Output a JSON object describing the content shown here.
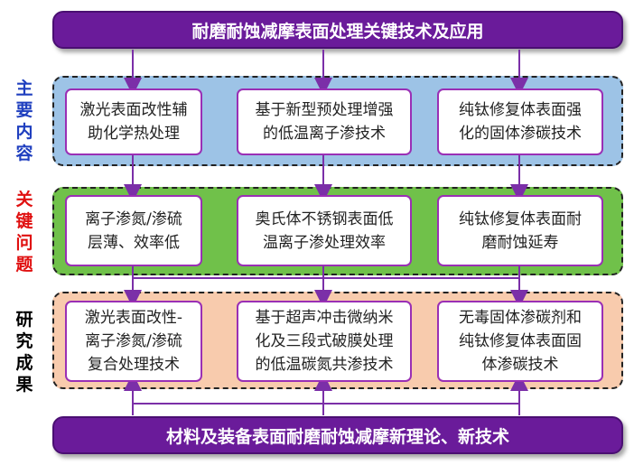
{
  "colors": {
    "banner": "#6a1b9a",
    "row1": "#9dc3e6",
    "row2": "#70c14a",
    "row3": "#f8cbad",
    "box_border": "#9a2fb5",
    "arrow": "#7b2fa8",
    "label1": "#1f3fbf",
    "label2": "#e01010",
    "label3": "#000000"
  },
  "top_banner": "耐磨耐蚀减摩表面处理关键技术及应用",
  "bottom_banner": "材料及装备表面耐磨耐蚀减摩新理论、新技术",
  "rows": [
    {
      "label": [
        "主",
        "要",
        "内",
        "容"
      ],
      "boxes": [
        [
          "激光表面改性辅",
          "助化学热处理"
        ],
        [
          "基于新型预处理增强",
          "的低温离子渗技术"
        ],
        [
          "纯钛修复体表面强",
          "化的固体渗碳技术"
        ]
      ]
    },
    {
      "label": [
        "关",
        "键",
        "问",
        "题"
      ],
      "boxes": [
        [
          "离子渗氮/渗硫",
          "层薄、效率低"
        ],
        [
          "奥氏体不锈钢表面低",
          "温离子渗处理效率"
        ],
        [
          "纯钛修复体表面耐",
          "磨耐蚀延寿"
        ]
      ]
    },
    {
      "label": [
        "研",
        "究",
        "成",
        "果"
      ],
      "boxes": [
        [
          "激光表面改性-",
          "离子渗氮/渗硫",
          "复合处理技术"
        ],
        [
          "基于超声冲击微纳米",
          "化及三段式破膜处理",
          "的低温碳氮共渗技术"
        ],
        [
          "无毒固体渗碳剂和",
          "纯钛修复体表面固",
          "体渗碳技术"
        ]
      ]
    }
  ]
}
